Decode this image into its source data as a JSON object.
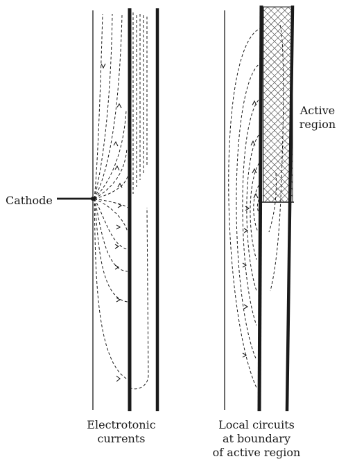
{
  "labels": {
    "cathode": "Cathode",
    "active_region": [
      "Active",
      "region"
    ],
    "left_caption": [
      "Electrotonic",
      "currents"
    ],
    "right_caption": [
      "Local circuits",
      "at boundary",
      "of active region"
    ]
  },
  "colors": {
    "ink": "#1a1a1a",
    "hatch": "#2a2a2a",
    "background": "#ffffff"
  }
}
